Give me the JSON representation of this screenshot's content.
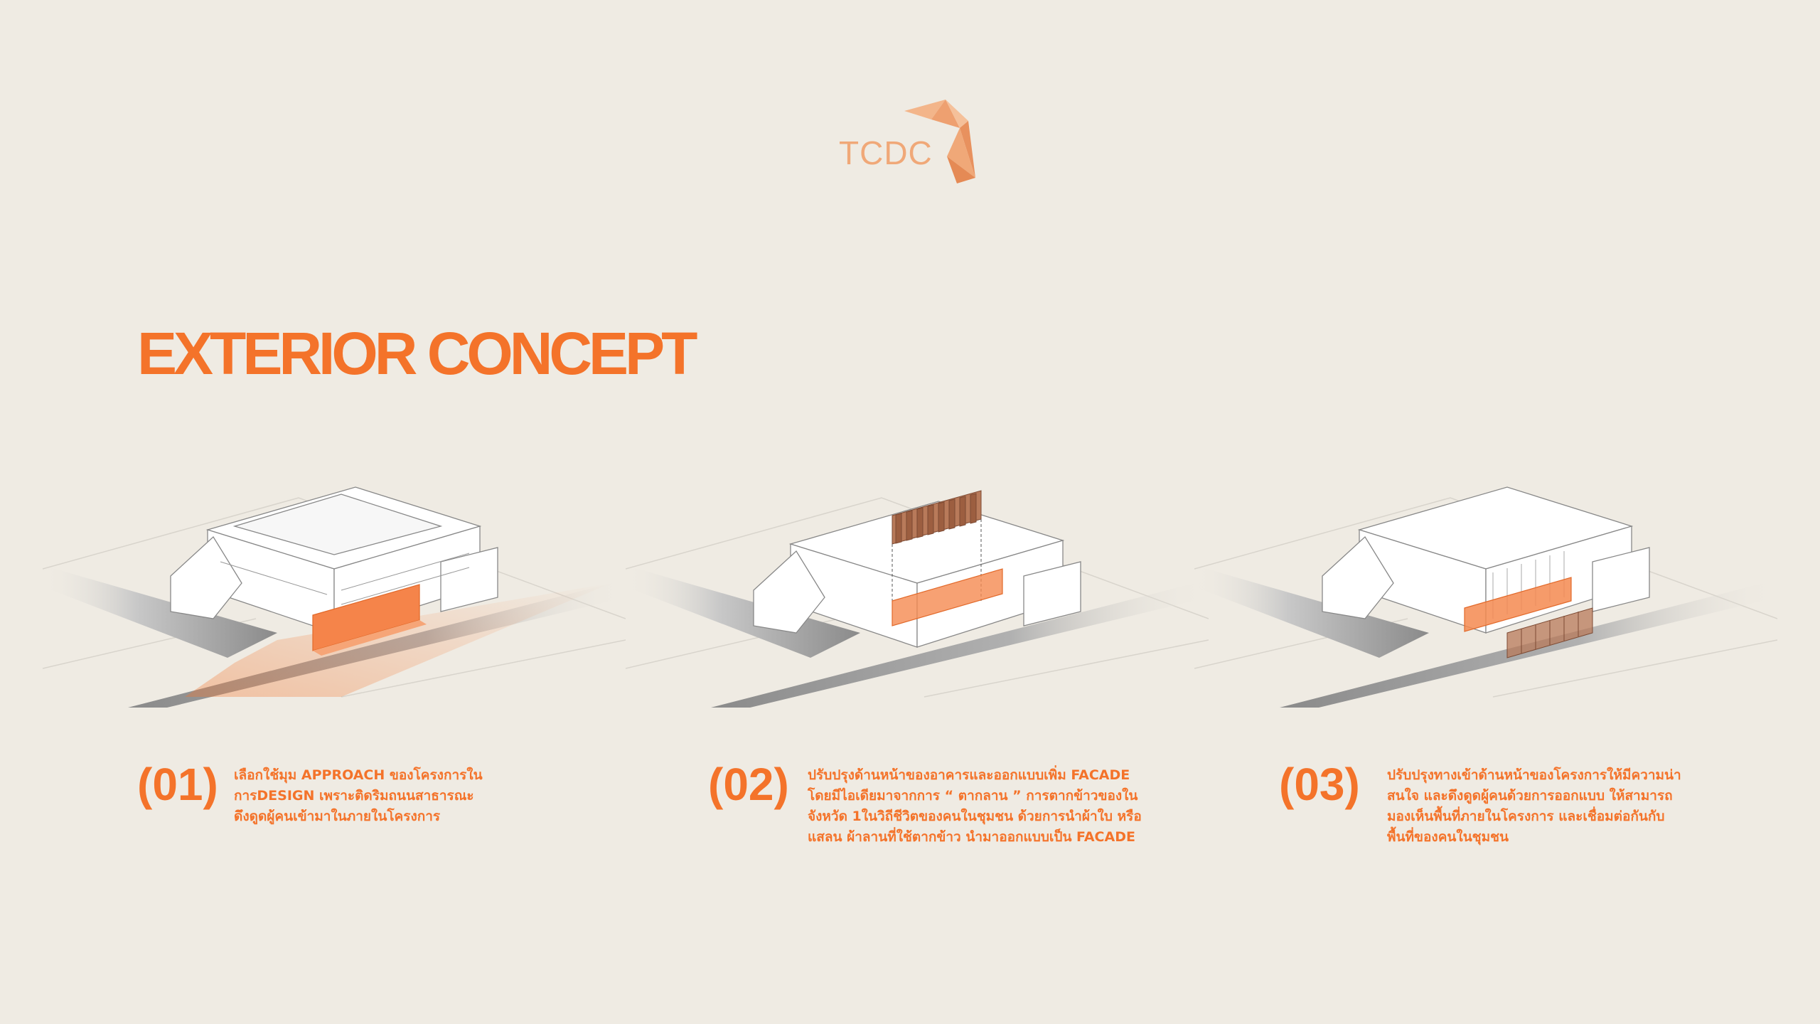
{
  "logo": {
    "text": "TCDC"
  },
  "title": "EXTERIOR CONCEPT",
  "steps": [
    {
      "number": "(01)",
      "lines": [
        "เลือกใช้มุม  APPROACH  ของโครงการใน",
        "การDESIGN เพราะติดริมถนนสาธารณะ",
        "ดึงดูดผู้คนเข้ามาในภายในโครงการ"
      ]
    },
    {
      "number": "(02)",
      "lines": [
        "ปรับปรุงด้านหน้าของอาคารและออกแบบเพิ่ม  FACADE",
        "โดยมีไอเดียมาจากการ  “  ตากลาน  ”  การตากข้าวของใน",
        "จังหวัด  1ในวิถีชีวิตของคนในชุมชน  ด้วยการนำผ้าใบ  หรือ",
        "แสลน  ผ้าลานที่ใช้ตากข้าว  นำมาออกแบบเป็น FACADE"
      ]
    },
    {
      "number": "(03)",
      "lines": [
        "ปรับปรุงทางเข้าด้านหน้าของโครงการให้มีความน่า",
        "สนใจ  และดึงดูดผู้คนด้วยการออกแบบ  ให้สามารถ",
        "มองเห็นพื้นที่ภายในโครงการ     และเชื่อมต่อกันกับ",
        "พื้นที่ของคนในชุมชน"
      ]
    }
  ],
  "colors": {
    "background": "#efebe3",
    "accent": "#f4732a",
    "logo": "#f0a878",
    "road": "#8e8e8e",
    "facade_brown": "#a8694a"
  }
}
